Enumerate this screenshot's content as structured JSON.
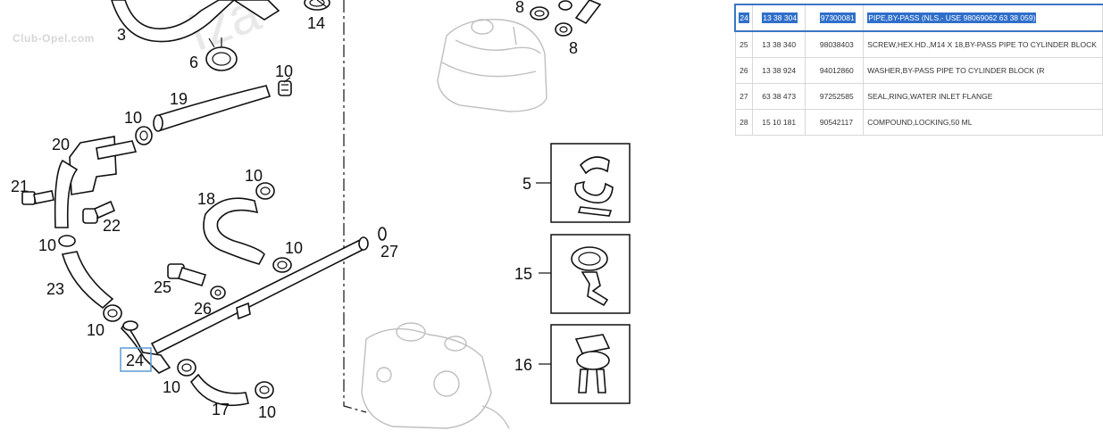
{
  "watermark": "Club-Opel.com",
  "callouts": {
    "n3": "3",
    "n14": "14",
    "n6": "6",
    "n10a": "10",
    "n19": "19",
    "n10b": "10",
    "n20": "20",
    "n21": "21",
    "n22": "22",
    "n10c": "10",
    "n18": "18",
    "n10d": "10",
    "n10e": "10",
    "n27": "27",
    "n23": "23",
    "n25": "25",
    "n26": "26",
    "n10f": "10",
    "n24": "24",
    "n10g": "10",
    "n17": "17",
    "n10h": "10",
    "n8a": "8",
    "n8b": "8",
    "n5": "5",
    "n15": "15",
    "n16": "16"
  },
  "highlight_color": "#5b9bd5",
  "selection_color": "#2f6fca",
  "parts_table": {
    "rows": [
      {
        "ref": "24",
        "catalog": "13 38 304",
        "part": "97300081",
        "description": "PIPE,BY-PASS (NLS.- USE 98069062 63 38 059)",
        "selected": true
      },
      {
        "ref": "25",
        "catalog": "13 38 340",
        "part": "98038403",
        "description": "SCREW,HEX.HD.,M14 X 18,BY-PASS PIPE TO CYLINDER BLOCK",
        "selected": false
      },
      {
        "ref": "26",
        "catalog": "13 38 924",
        "part": "94012860",
        "description": "WASHER,BY-PASS PIPE TO CYLINDER BLOCK (R",
        "selected": false
      },
      {
        "ref": "27",
        "catalog": "63 38 473",
        "part": "97252585",
        "description": "SEAL,RING,WATER INLET FLANGE",
        "selected": false
      },
      {
        "ref": "28",
        "catalog": "15 10 181",
        "part": "90542117",
        "description": "COMPOUND,LOCKING,50 ML",
        "selected": false
      }
    ]
  }
}
